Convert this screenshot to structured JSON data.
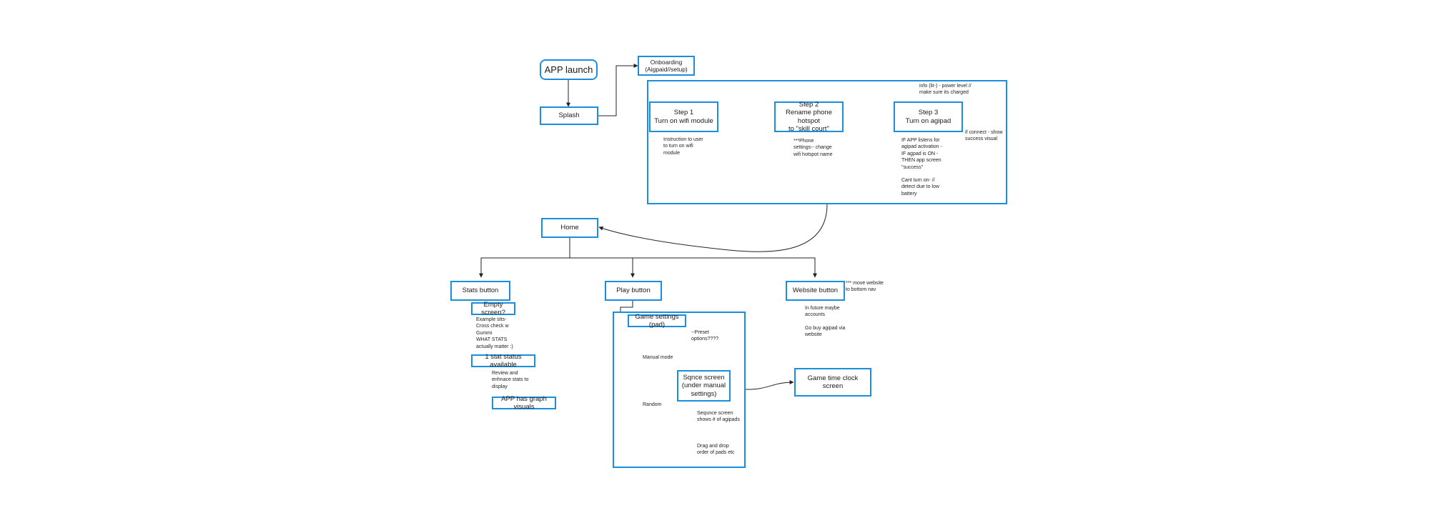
{
  "nodes": {
    "app_launch": "APP launch",
    "splash": "Splash",
    "onboarding": "Onboarding\n(Aigpaid//setup)",
    "step1": "Step 1\nTurn on wifi module",
    "step2": "Step 2\nRename phone hotspot\nto \"skill court\"",
    "step3": "Step 3\nTurn on agipad",
    "home": "Home",
    "stats_button": "Stats button",
    "play_button": "Play button",
    "website_button": "Website button",
    "empty_screen": "Empty screen?",
    "one_stat": "1 stat status available",
    "graph_visuals": "APP has graph visuals",
    "game_settings": "Game settings (pad)",
    "sequence_screen": "Sqnce screen\n(under manual\nsettings)",
    "game_time_clock": "Game time clock screen"
  },
  "notes": {
    "step1_note": "Instruction to user\nto turn on wifi\nmodule",
    "step2_note": "***Phone\nsettings-- change\nwifi hotspot name",
    "step3_info": "info (lit-) - power level //\nmake sure its charged",
    "step3_if": "IF APP listens for\nagipad activation -\nIF agpad is ON -\nTHEN app screen\n\"success\"",
    "step3_cant": "Cant turn on- //\ndetect due to low\nbattery",
    "connect_note": "if connect - show\nsuccess visual",
    "stats_note": "Example stts-\nCross check w\nGummi\nWHAT STATS\nactually matter :)",
    "review_note": "Review and\nenhnace stats to\ndisplay",
    "website_move": "*** move website\nto bottom nav",
    "website_note1": "In future maybe\naccounts",
    "website_note2": "Go buy agipad via\nwebsite",
    "preset_note": "--Preset\noptions????",
    "manual_mode": "Manual mode",
    "random": "Random",
    "sequence_note1": "Sequnce screen\nshows # of agipads",
    "sequence_note2": "Drag and drop\norder of pads etc"
  },
  "colors": {
    "box_border": "#1a8fe0",
    "line": "#222222"
  }
}
